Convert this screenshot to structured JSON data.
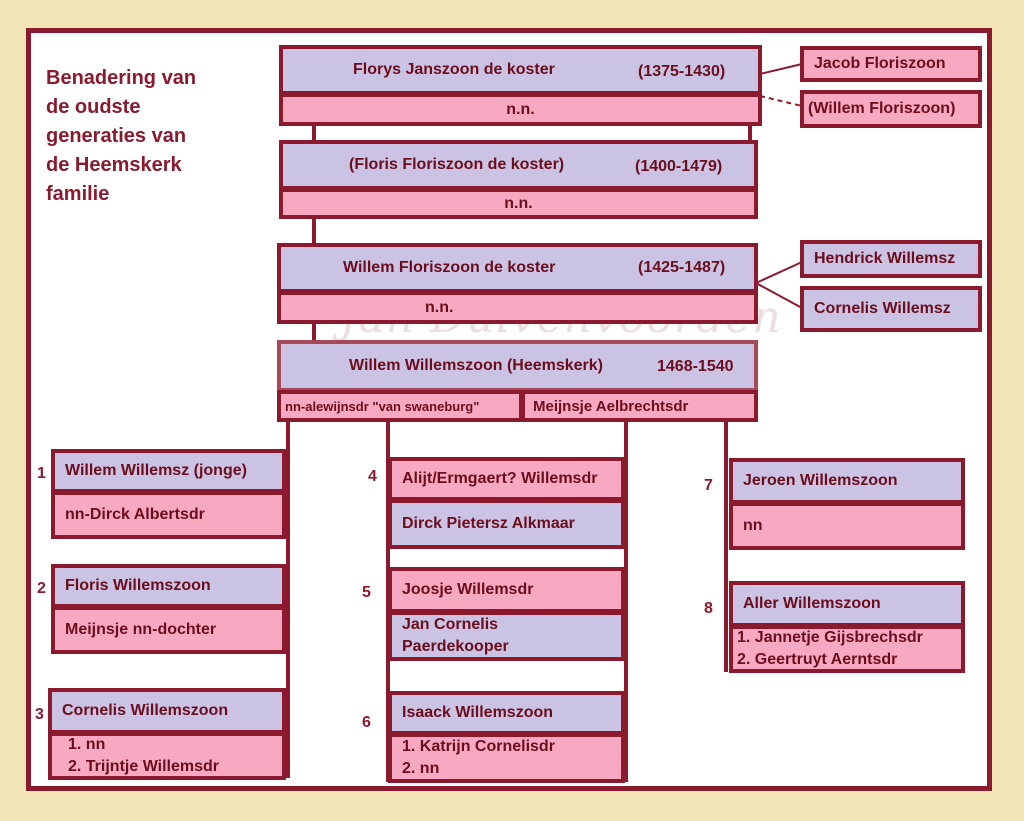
{
  "title_lines": [
    "Benadering van",
    "de oudste",
    "generaties van",
    "de Heemskerk",
    "familie"
  ],
  "watermark": "Jan Duivenvoorden",
  "gen1": {
    "name": "Florys Janszoon de koster",
    "years": "(1375-1430)",
    "spouse": "n.n."
  },
  "gen1_children": [
    "Jacob Floriszoon",
    "(Willem Floriszoon)"
  ],
  "gen2": {
    "name": "(Floris Floriszoon de koster)",
    "years": "(1400-1479)",
    "spouse": "n.n."
  },
  "gen3": {
    "name": "Willem Floriszoon de koster",
    "years": "(1425-1487)",
    "spouse": "n.n."
  },
  "gen3_children": [
    "Hendrick Willemsz",
    "Cornelis Willemsz"
  ],
  "gen4": {
    "name": "Willem Willemszoon (Heemskerk)",
    "years": "1468-1540",
    "spouse1": "nn-alewijnsdr \"van swaneburg\"",
    "spouse2": "Meijnsje Aelbrechtsdr"
  },
  "children": [
    {
      "num": "1",
      "name": "Willem Willemsz (jonge)",
      "spouse_lines": [
        "nn-Dirck Albertsdr"
      ]
    },
    {
      "num": "2",
      "name": "Floris Willemszoon",
      "spouse_lines": [
        "Meijnsje nn-dochter"
      ]
    },
    {
      "num": "3",
      "name": "Cornelis Willemszoon",
      "spouse_lines": [
        "1. nn",
        "2. Trijntje Willemsdr"
      ]
    },
    {
      "num": "4",
      "name": "Alijt/Ermgaert? Willemsdr",
      "spouse_lines": [
        "Dirck Pietersz Alkmaar"
      ]
    },
    {
      "num": "5",
      "name": "Joosje Willemsdr",
      "spouse_lines": [
        "Jan Cornelis",
        "Paerdekooper"
      ]
    },
    {
      "num": "6",
      "name": "Isaack Willemszoon",
      "spouse_lines": [
        "1. Katrijn Cornelisdr",
        "2. nn"
      ]
    },
    {
      "num": "7",
      "name": "Jeroen Willemszoon",
      "spouse_lines": [
        "nn"
      ]
    },
    {
      "num": "8",
      "name": "Aller Willemszoon",
      "spouse_lines": [
        "1. Jannetje Gijsbrechsdr",
        "2. Geertruyt Aerntsdr"
      ]
    }
  ],
  "colors": {
    "border": "#8b1a2e",
    "lavender": "#cbc3e3",
    "pink": "#f8a9c2",
    "background": "#f2e6b8"
  }
}
